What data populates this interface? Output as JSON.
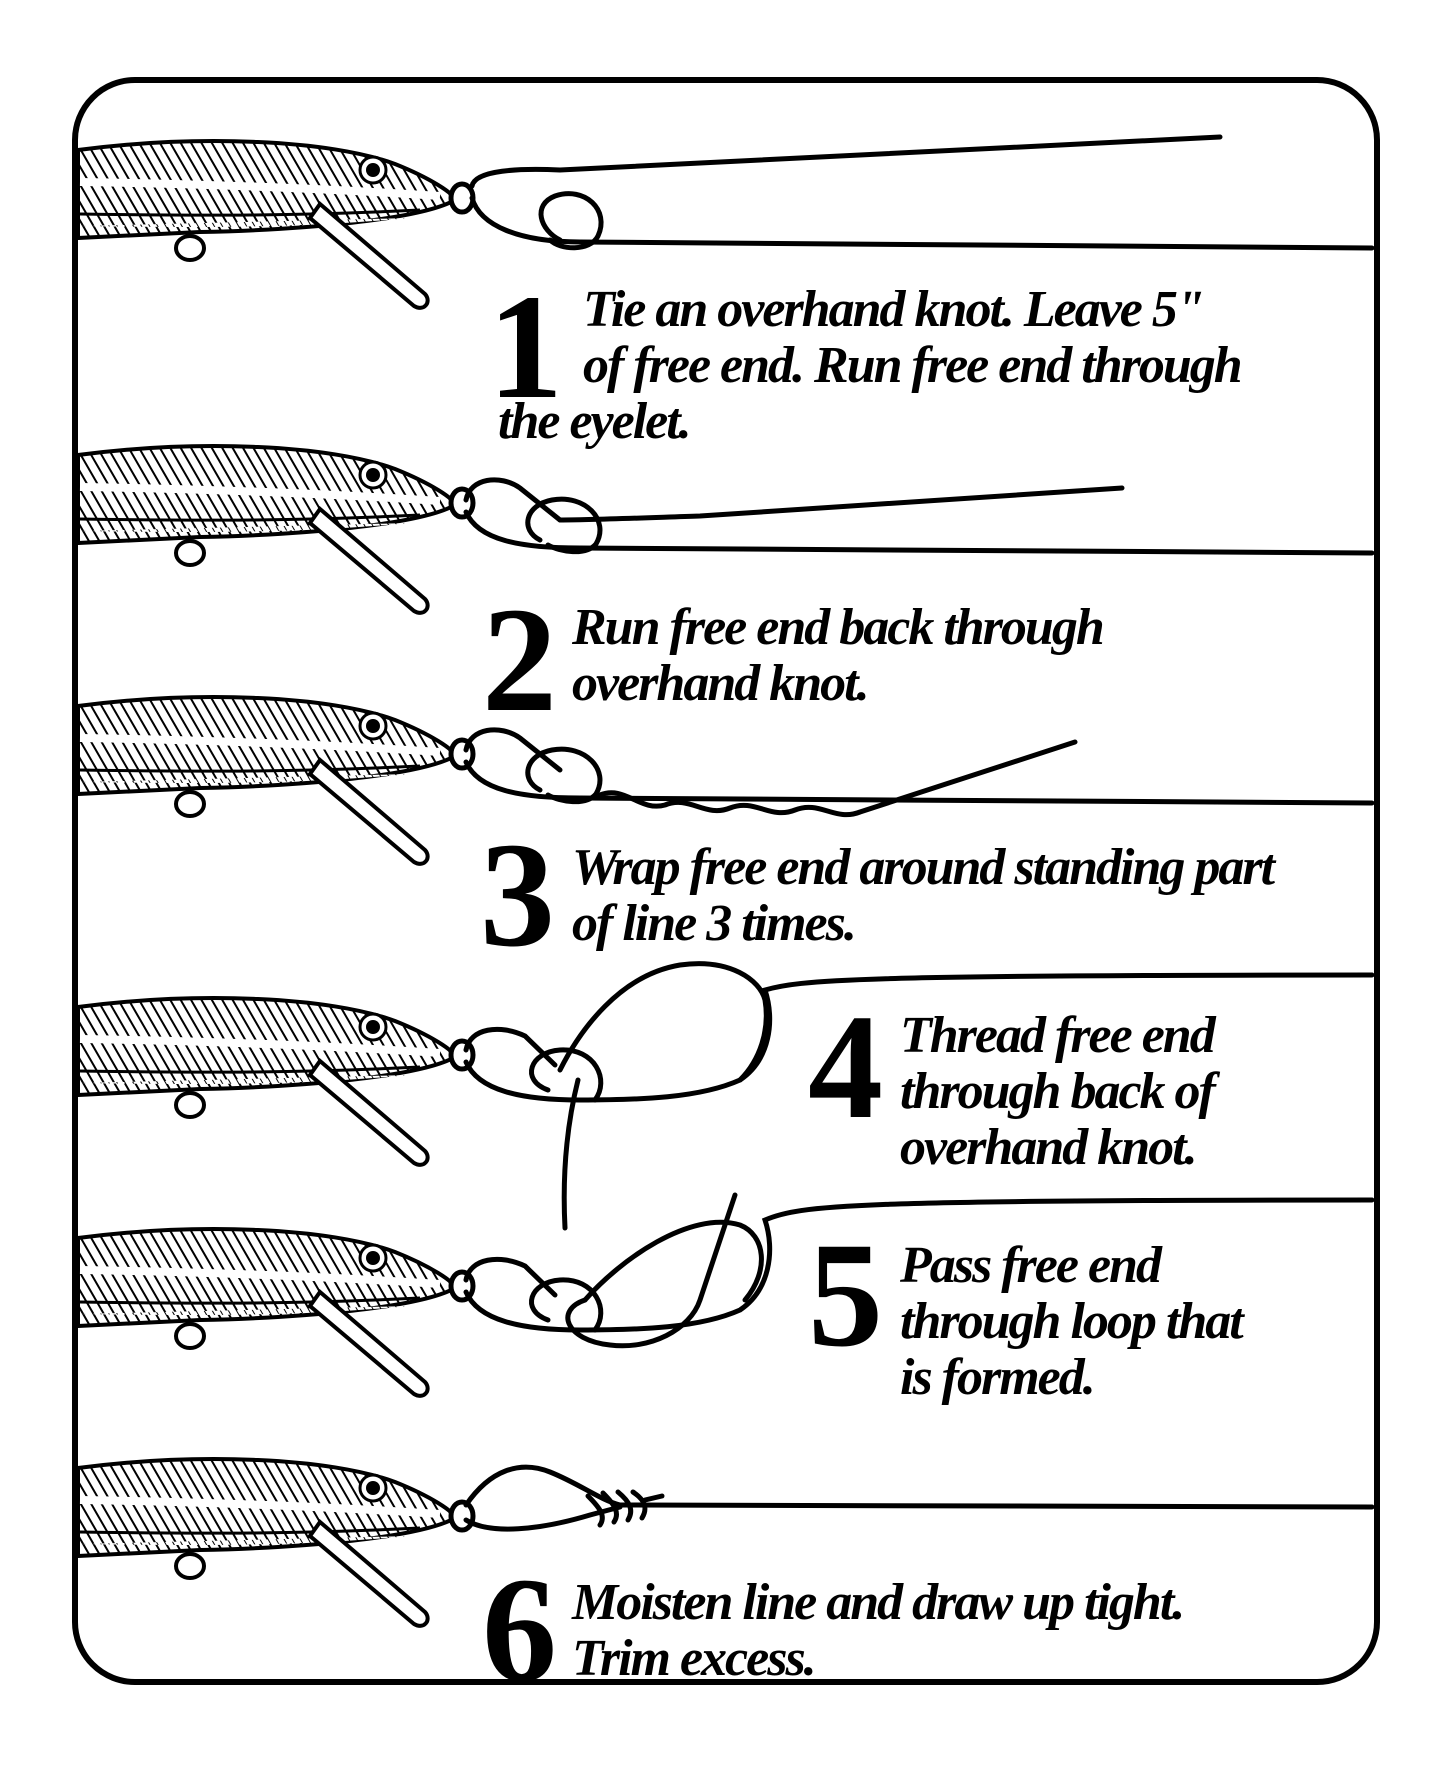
{
  "steps": [
    {
      "number": "1",
      "lines": [
        "Tie an overhand knot. Leave 5\"",
        "of free end. Run free end through",
        "the eyelet."
      ]
    },
    {
      "number": "2",
      "lines": [
        "Run free end back through",
        "overhand knot."
      ]
    },
    {
      "number": "3",
      "lines": [
        "Wrap free end around standing part",
        "of line 3 times."
      ]
    },
    {
      "number": "4",
      "lines": [
        "Thread free end",
        "through back of",
        "overhand knot."
      ]
    },
    {
      "number": "5",
      "lines": [
        "Pass free end",
        "through loop that",
        "is formed."
      ]
    },
    {
      "number": "6",
      "lines": [
        "Moisten line and draw up tight.",
        "Trim excess."
      ]
    }
  ],
  "colors": {
    "ink": "#000000",
    "paper": "#ffffff"
  },
  "icons": [
    "fishing-lure-icon",
    "fishing-line-icon",
    "knot-icon"
  ]
}
